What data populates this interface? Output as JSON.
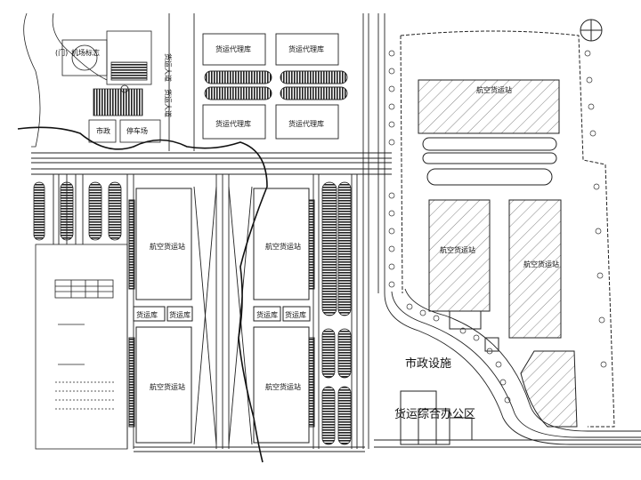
{
  "labels": {
    "top_left_buildings": [
      "货运代理库",
      "货运代理库",
      "货运代理库",
      "货运代理库"
    ],
    "west_block_terminal_1": "航空货运站",
    "west_block_terminal_2": "航空货运站",
    "west_block_terminal_3": "航空货运站",
    "west_block_terminal_4": "航空货运站",
    "west_small_1": "货运库",
    "west_small_2": "货运库",
    "west_small_3": "货运库",
    "west_small_4": "货运库",
    "east_terminal_top": "航空货运站",
    "east_terminal_mid": "航空货运站",
    "east_terminal_right": "航空货运站",
    "municipal": "市政设施",
    "office": "货运综合办公区",
    "top_left_mark": "(门)",
    "top_left_name": "机场标志",
    "small_left_1": "市政",
    "small_left_2": "停车场",
    "vertical_1": "货运大道",
    "vertical_2": "货运大道"
  },
  "colors": {
    "line": "#222222",
    "hatch": "#555555",
    "boundary": "#111111"
  }
}
